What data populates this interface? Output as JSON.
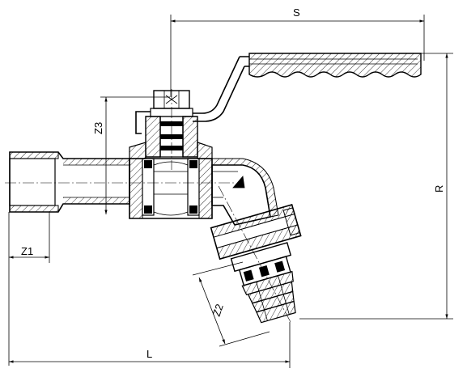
{
  "dimensions": {
    "s": "S",
    "r": "R",
    "z1": "Z1",
    "z2": "Z2",
    "z3": "Z3",
    "l": "L"
  },
  "colors": {
    "line": "#000000",
    "background": "#ffffff"
  }
}
